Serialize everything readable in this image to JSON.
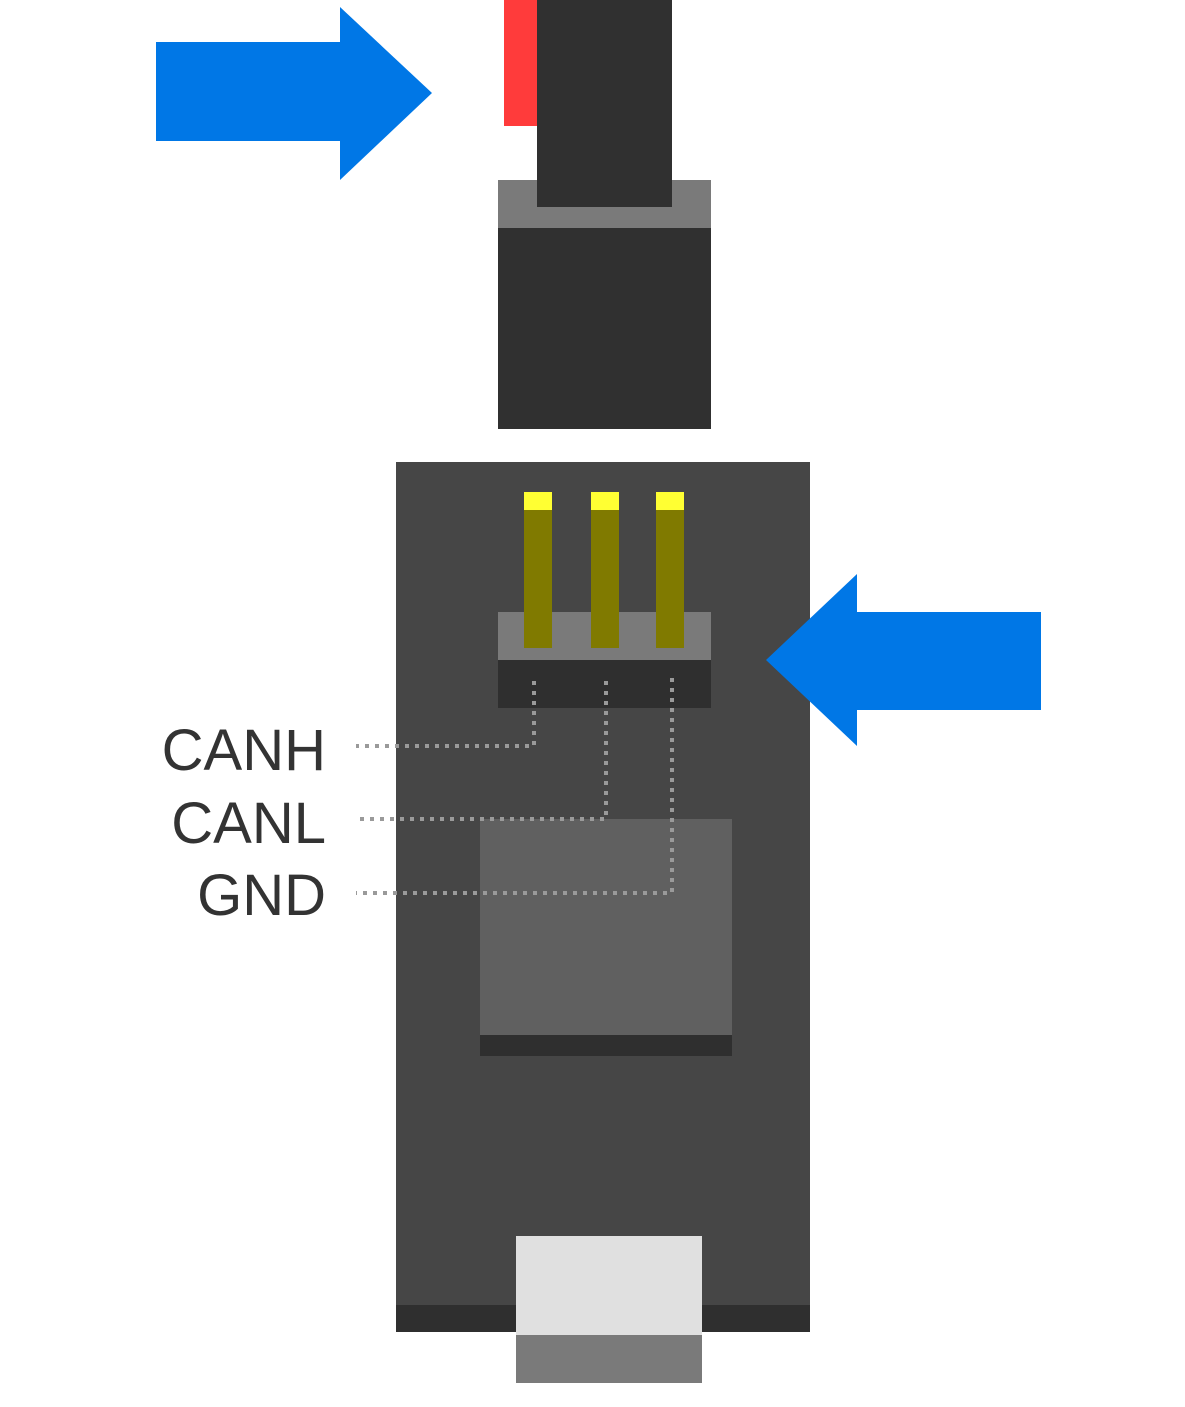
{
  "colors": {
    "background": "#ffffff",
    "arrow": "#0077e6",
    "cable_stripe": "#ff3b3b",
    "cable": "#303030",
    "plug_band": "#7a7a7a",
    "plug_body": "#303030",
    "board": "#464646",
    "board_edge": "#2f2f2f",
    "pin_tip": "#ffff33",
    "pin": "#807a00",
    "header_top": "#7a7a7a",
    "header_base": "#2f2f2f",
    "chip": "#606060",
    "chip_edge": "#2f2f2f",
    "usb_face": "#e0e0e0",
    "usb_body": "#7a7a7a",
    "trace": "#9a9a9a",
    "label_text": "#333333"
  },
  "icons": {
    "top_arrow": "arrow-right-icon",
    "side_arrow": "arrow-left-icon"
  },
  "pins": [
    {
      "label": "CANH"
    },
    {
      "label": "CANL"
    },
    {
      "label": "GND"
    }
  ]
}
